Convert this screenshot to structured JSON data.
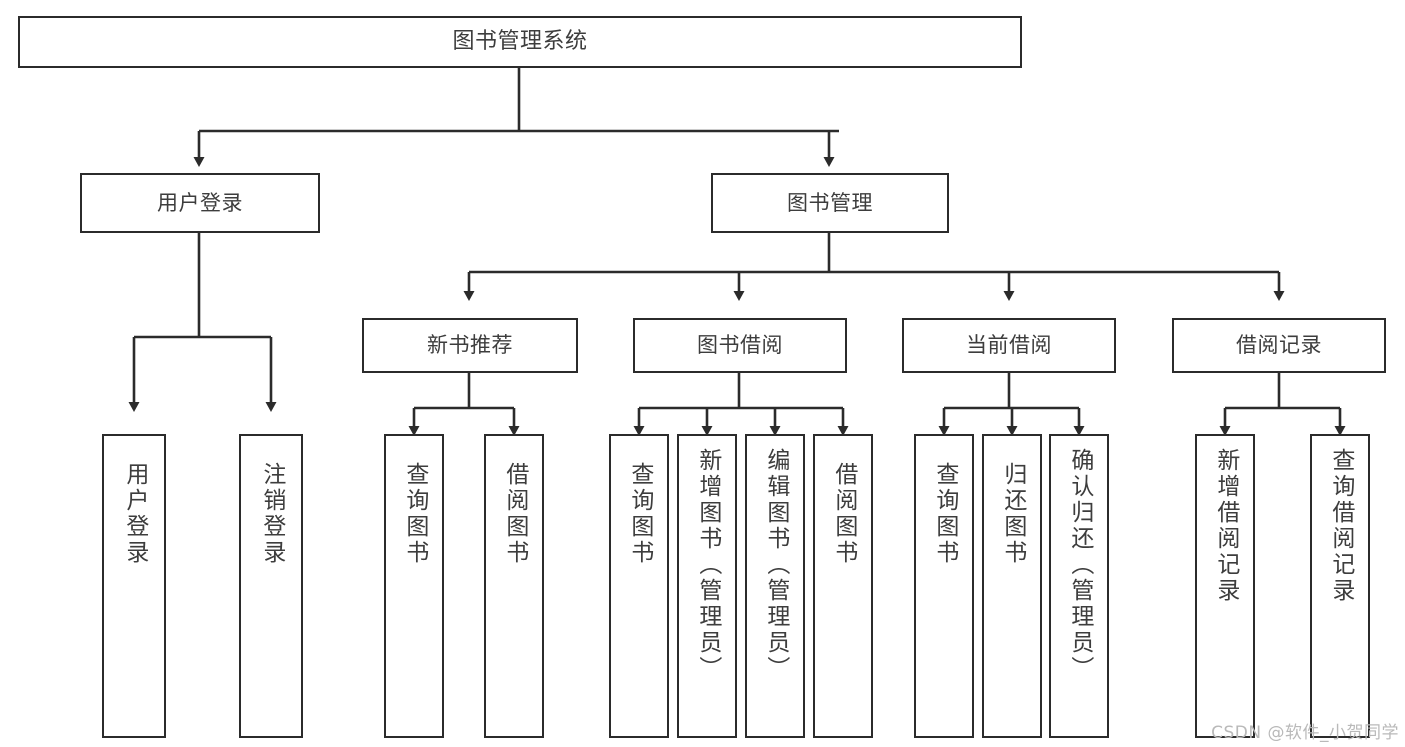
{
  "diagram": {
    "title": "图书管理系统",
    "watermark": "CSDN @软件_小贺同学",
    "colors": {
      "box_border": "#2b2b2b",
      "text": "#3d3d3d",
      "connector": "#2b2b2b",
      "background": "#ffffff",
      "watermark": "#b9b9b9"
    },
    "root": {
      "label": "图书管理系统"
    },
    "level1": [
      {
        "label": "用户登录"
      },
      {
        "label": "图书管理"
      }
    ],
    "level2": [
      {
        "label": "新书推荐"
      },
      {
        "label": "图书借阅"
      },
      {
        "label": "当前借阅"
      },
      {
        "label": "借阅记录"
      }
    ],
    "leaves": {
      "user_login": [
        {
          "label": "用户登录"
        },
        {
          "label": "注销登录"
        }
      ],
      "new_book_recommend": [
        {
          "label": "查询图书"
        },
        {
          "label": "借阅图书"
        }
      ],
      "book_borrow": [
        {
          "label": "查询图书"
        },
        {
          "label": "新增图书（管理员）"
        },
        {
          "label": "编辑图书（管理员）"
        },
        {
          "label": "借阅图书"
        }
      ],
      "current_borrow": [
        {
          "label": "查询图书"
        },
        {
          "label": "归还图书"
        },
        {
          "label": "确认归还（管理员）"
        }
      ],
      "borrow_record": [
        {
          "label": "新增借阅记录"
        },
        {
          "label": "查询借阅记录"
        }
      ]
    }
  }
}
